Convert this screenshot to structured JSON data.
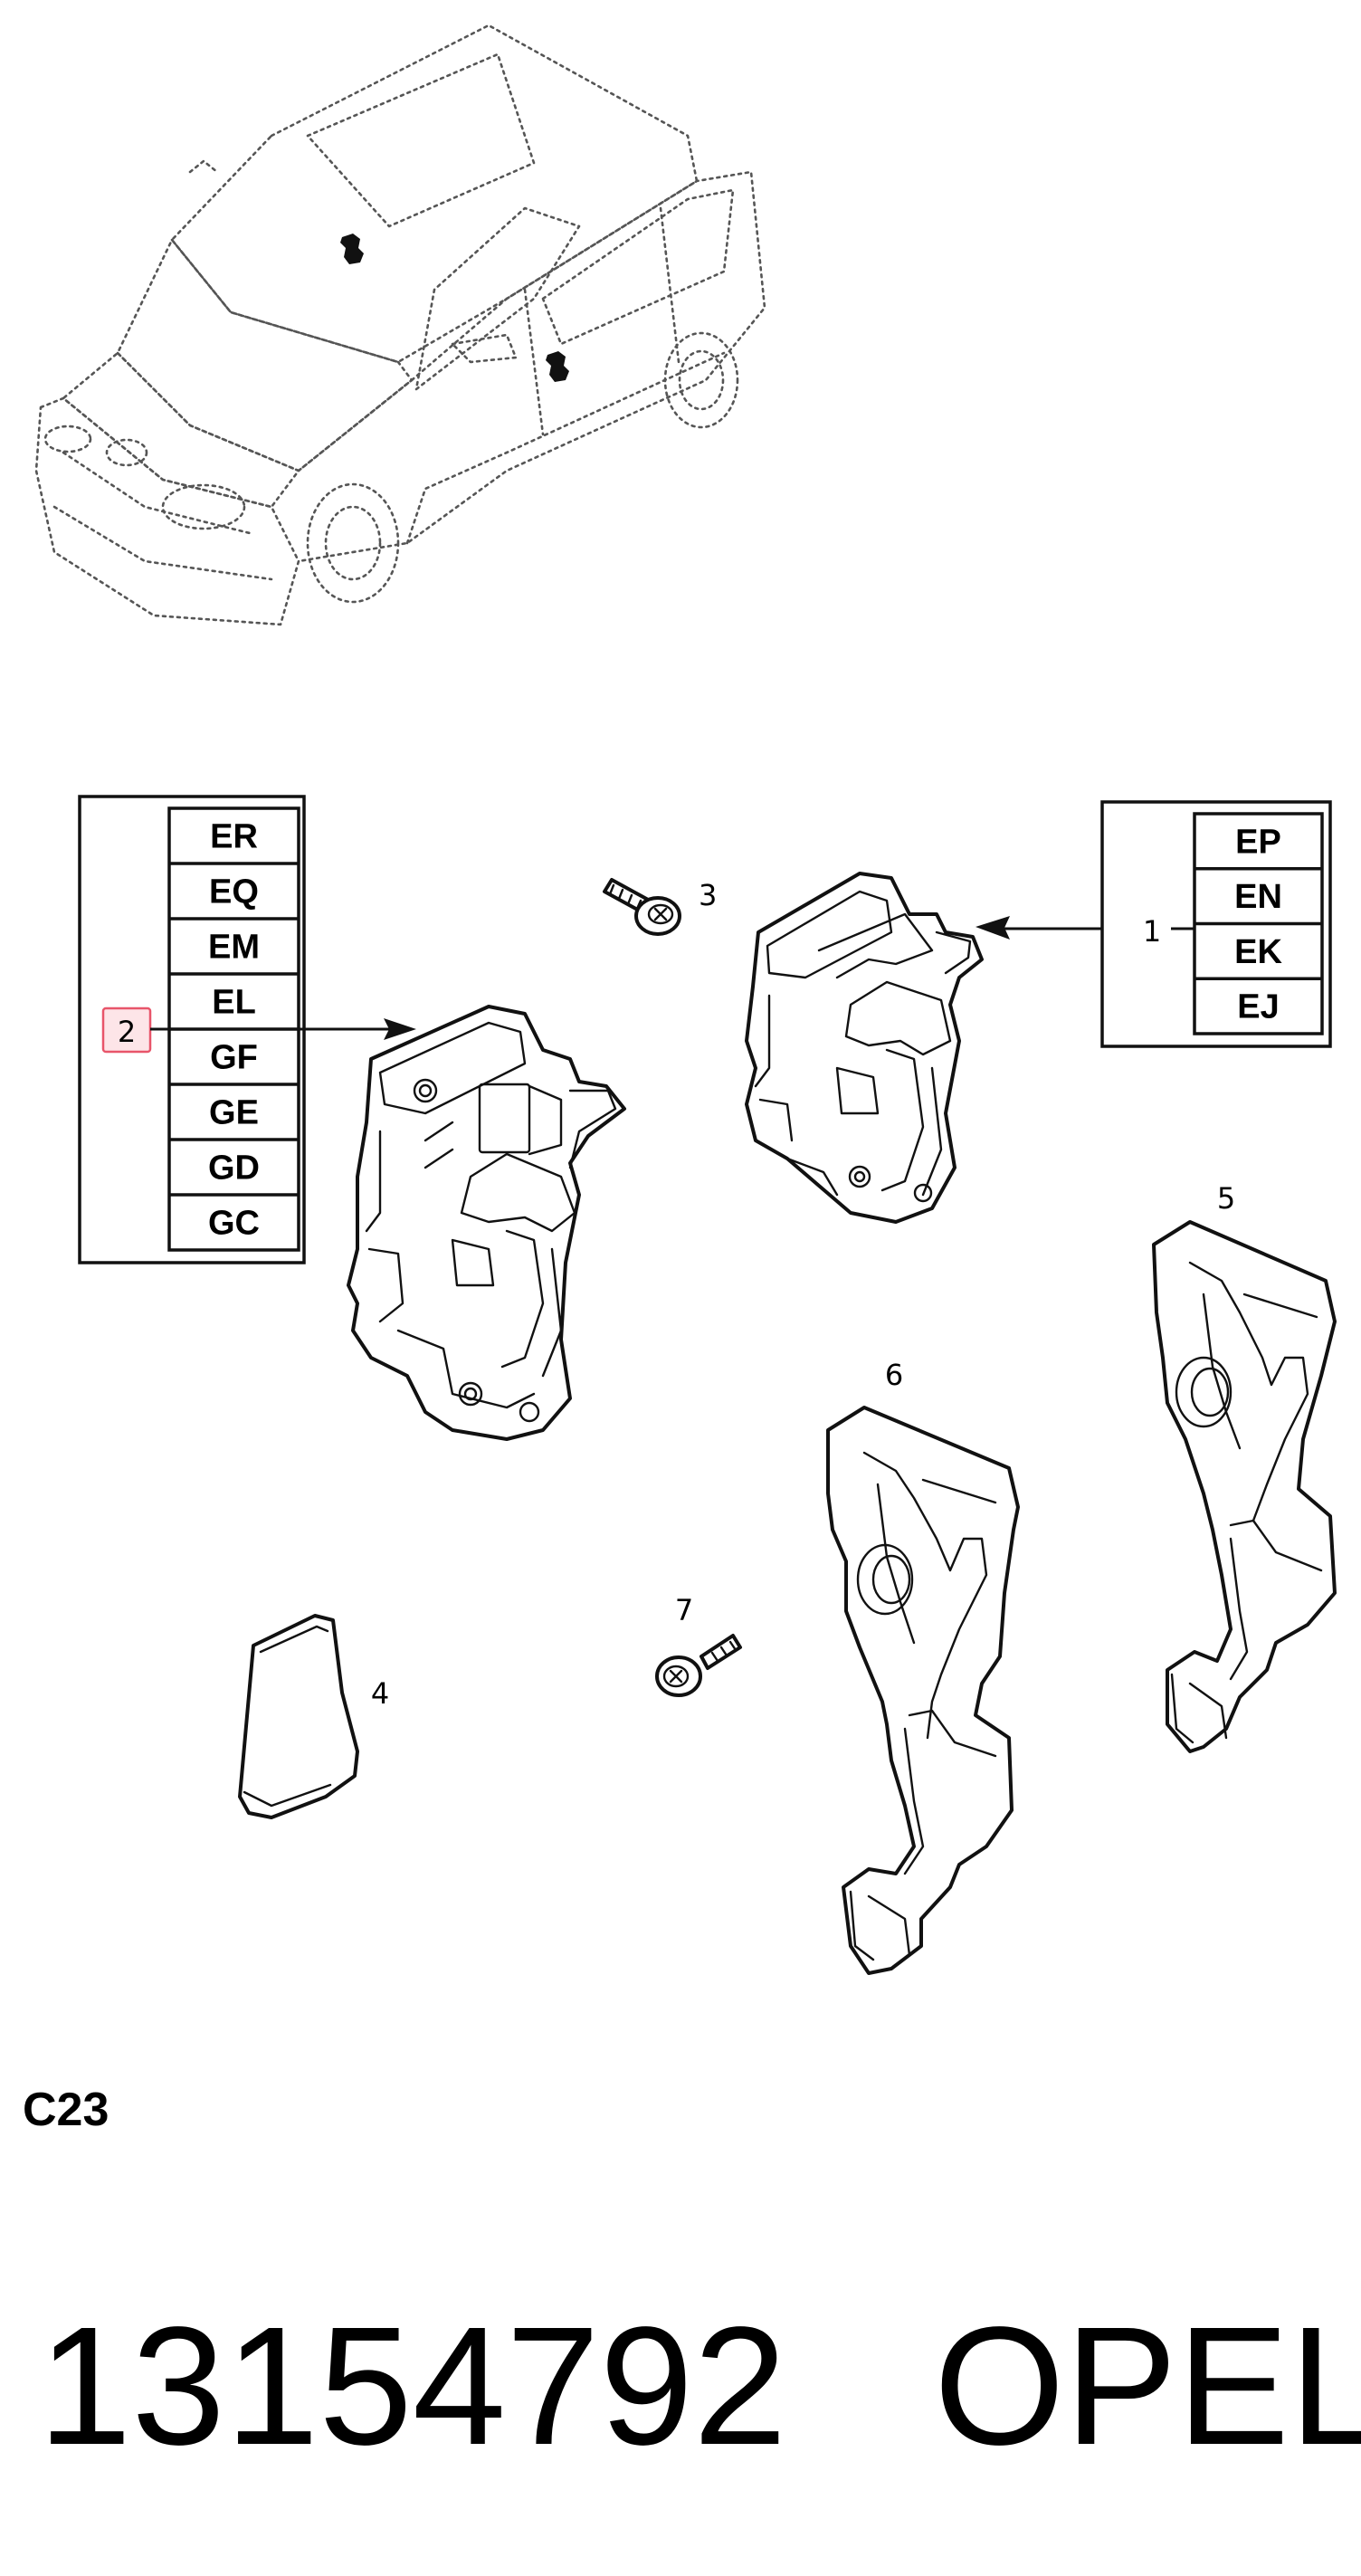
{
  "section_code": "C23",
  "part_number": "13154792",
  "brand": "OPEL",
  "callouts": [
    "1",
    "2",
    "3",
    "4",
    "5",
    "6",
    "7"
  ],
  "table_left": {
    "callout": "2",
    "codes": [
      "ER",
      "EQ",
      "EM",
      "EL",
      "GF",
      "GE",
      "GD",
      "GC"
    ]
  },
  "table_right": {
    "callout": "1",
    "codes": [
      "EP",
      "EN",
      "EK",
      "EJ"
    ]
  },
  "colors": {
    "highlight_box": "#e8556a",
    "highlight_fill": "#fde5e8",
    "line": "#111111"
  }
}
